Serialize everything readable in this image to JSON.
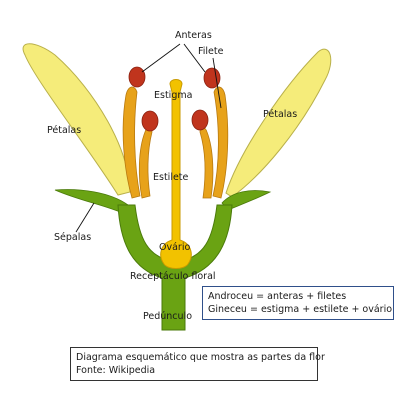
{
  "labels": {
    "anteras": "Anteras",
    "filete": "Filete",
    "estigma": "Estigma",
    "petalas_left": "Pétalas",
    "petalas_right": "Pétalas",
    "estilete": "Estilete",
    "sepalas": "Sépalas",
    "ovario": "Ovário",
    "receptaculo": "Receptáculo floral",
    "pedunculo": "Pedúnculo"
  },
  "legend": {
    "androceu": "Androceu = anteras + filetes",
    "gineceu": "Gineceu   = estigma + estilete + ovário"
  },
  "caption": {
    "line1": "Diagrama esquemático que mostra as partes da flor",
    "line2": "Fonte: Wikipedia"
  },
  "colors": {
    "petal": "#f5ec7a",
    "sepal_stem": "#6aa313",
    "pistil": "#f2c200",
    "filament": "#e7a21a",
    "anther": "#c0341d"
  }
}
